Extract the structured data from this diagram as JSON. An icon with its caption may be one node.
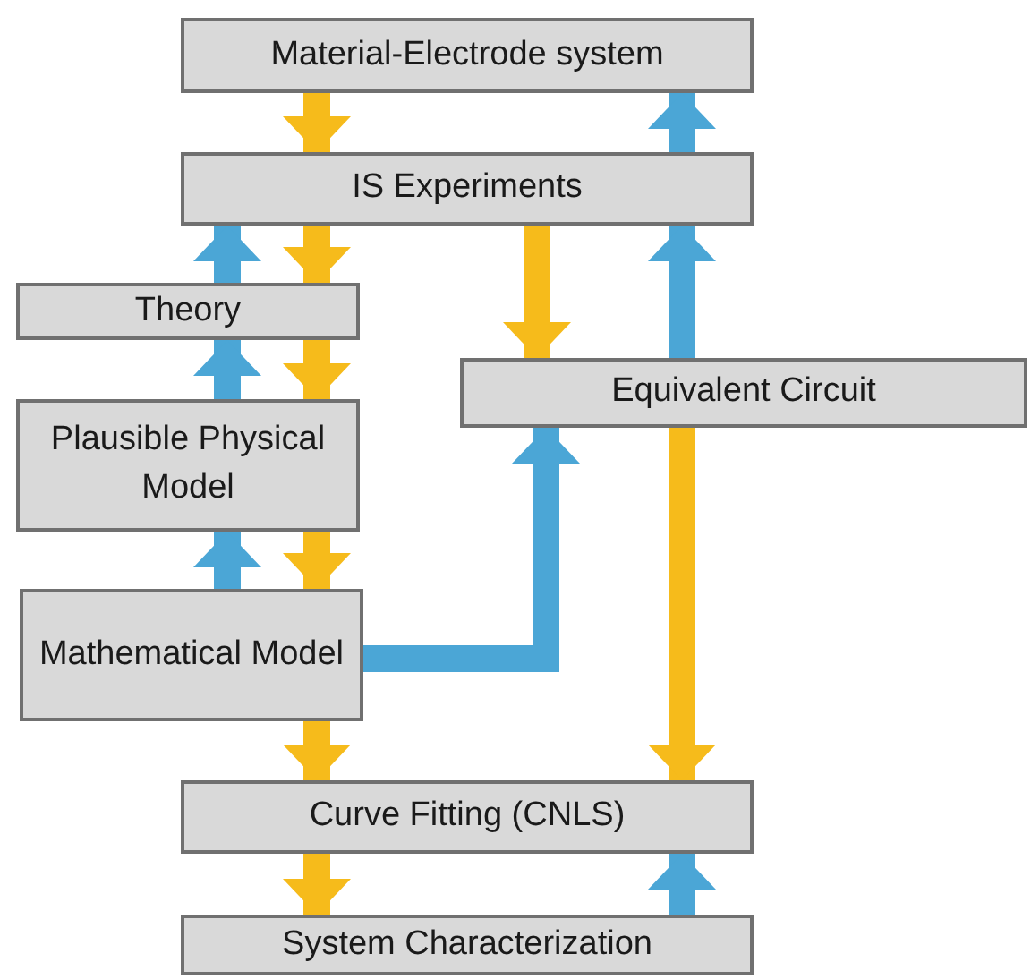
{
  "diagram": {
    "nodes": [
      {
        "text": [
          "Material-Electrode system"
        ]
      },
      {
        "text": [
          "IS Experiments"
        ]
      },
      {
        "text": [
          "Theory"
        ]
      },
      {
        "text": [
          "Plausible Physical Model"
        ]
      },
      {
        "text": [
          "Equivalent Circuit"
        ]
      },
      {
        "text": [
          "Mathematical Model"
        ]
      },
      {
        "text": [
          "Curve Fitting (CNLS)"
        ]
      },
      {
        "text": [
          "System Characterization"
        ]
      }
    ],
    "edges": [
      {
        "from": 0,
        "to": 1,
        "arrow": "to"
      },
      {
        "from": 1,
        "to": 0,
        "arrow": "to",
        "color": "#4ba6d6"
      },
      {
        "from": 1,
        "to": 2,
        "arrow": "to"
      },
      {
        "from": 2,
        "to": 1,
        "arrow": "to",
        "color": "#4ba6d6"
      },
      {
        "from": 1,
        "to": 4,
        "arrow": "to"
      },
      {
        "from": 4,
        "to": 1,
        "arrow": "to",
        "color": "#4ba6d6"
      },
      {
        "from": 2,
        "to": 3,
        "arrow": "to"
      },
      {
        "from": 3,
        "to": 2,
        "arrow": "to",
        "color": "#4ba6d6"
      },
      {
        "from": 3,
        "to": 5,
        "arrow": "to"
      },
      {
        "from": 5,
        "to": 3,
        "arrow": "to",
        "color": "#4ba6d6"
      },
      {
        "from": 5,
        "to": 4,
        "arrow": "to",
        "color": "#4ba6d6"
      },
      {
        "from": 4,
        "to": 6,
        "arrow": "to"
      },
      {
        "from": 5,
        "to": 6,
        "arrow": "to"
      },
      {
        "from": 6,
        "to": 7,
        "arrow": "to"
      },
      {
        "from": 7,
        "to": 6,
        "arrow": "to",
        "color": "#4ba6d6"
      }
    ]
  }
}
